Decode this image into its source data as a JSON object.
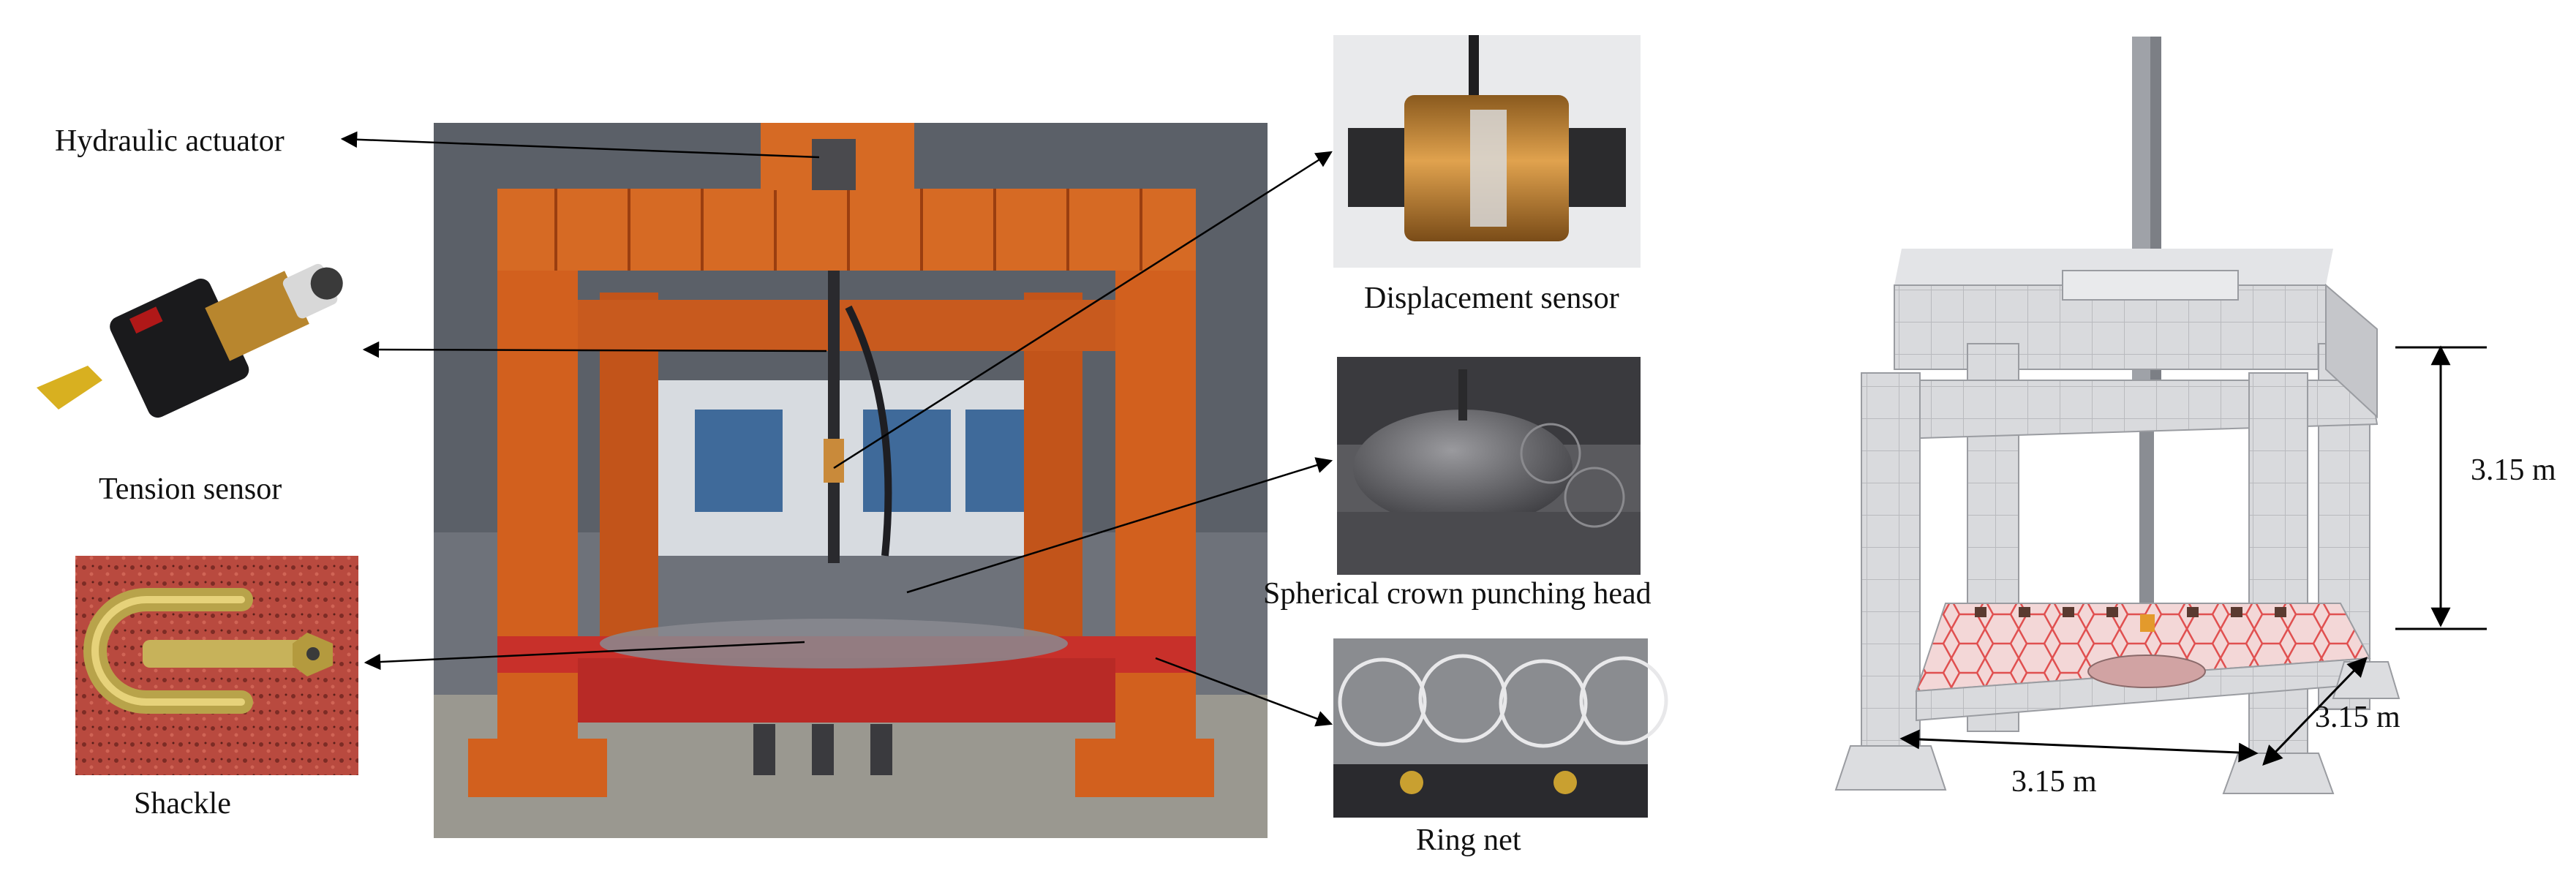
{
  "labels": {
    "hydraulic_actuator": "Hydraulic actuator",
    "tension_sensor": "Tension sensor",
    "shackle": "Shackle",
    "displacement_sensor": "Displacement sensor",
    "spherical_crown": "Spherical crown punching head",
    "ring_net": "Ring net"
  },
  "dimensions": {
    "height": "3.15 m",
    "width_front": "3.15 m",
    "width_side": "3.15 m"
  },
  "colors": {
    "frame_orange": "#d2601e",
    "frame_red": "#c8302a",
    "model_gray": "#d7d8dc",
    "net_red": "#e05050",
    "sensor_gold": "#c98a3a"
  },
  "icons": {
    "tension_sensor": "tension-sensor-icon",
    "shackle": "shackle-icon",
    "displacement_sensor": "displacement-sensor-icon",
    "punching_head": "punching-head-icon",
    "ring_net": "ring-net-icon"
  }
}
